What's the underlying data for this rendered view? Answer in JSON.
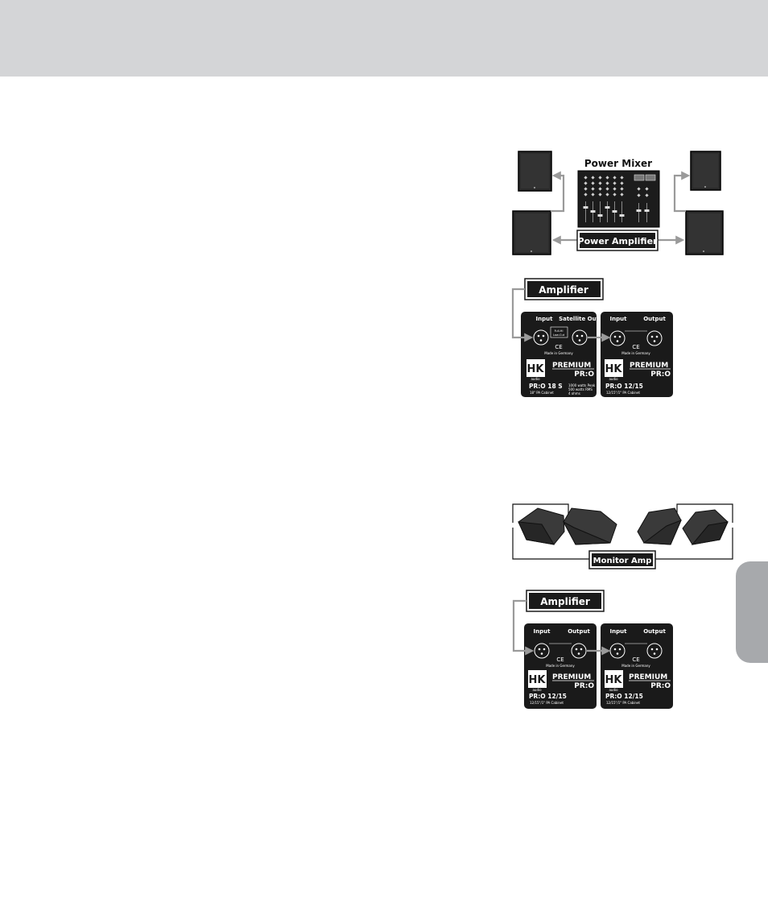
{
  "diagram1": {
    "mixer_title": "Power Mixer",
    "amp_label": "Power Amplifier"
  },
  "diagram2": {
    "amp_label": "Amplifier",
    "left_panel": {
      "input": "Input",
      "output": "Satellite Out",
      "switch_top": "Full-Hi",
      "switch_bottom": "Low-Cut",
      "ce": "CE",
      "made_in": "Made in Germany",
      "logo": "HK",
      "logo_sub": "audio",
      "brand": "PREMIUM",
      "series": "PR:O",
      "model": "PR:O 18 S",
      "model_sub": "18\" PA Cabinet",
      "spec1": "1000 watts Peak",
      "spec2": "500 watts RMS",
      "spec3": "4 ohms"
    },
    "right_panel": {
      "input": "Input",
      "output": "Output",
      "ce": "CE",
      "made_in": "Made in Germany",
      "logo": "HK",
      "logo_sub": "audio",
      "brand": "PREMIUM",
      "series": "PR:O",
      "model": "PR:O 12/15",
      "model_sub": "12/15\"/1\" PA Cabinet"
    }
  },
  "diagram3": {
    "amp_label": "Monitor Amp"
  },
  "diagram4": {
    "amp_label": "Amplifier",
    "left_panel": {
      "input": "Input",
      "output": "Output",
      "ce": "CE",
      "made_in": "Made in Germany",
      "logo": "HK",
      "logo_sub": "audio",
      "brand": "PREMIUM",
      "series": "PR:O",
      "model": "PR:O 12/15",
      "model_sub": "12/15\"/1\" PA Cabinet"
    },
    "right_panel": {
      "input": "Input",
      "output": "Output",
      "ce": "CE",
      "made_in": "Made in Germany",
      "logo": "HK",
      "logo_sub": "audio",
      "brand": "PREMIUM",
      "series": "PR:O",
      "model": "PR:O 12/15",
      "model_sub": "12/15\"/1\" PA Cabinet"
    }
  },
  "colors": {
    "header": "#d4d5d7",
    "side_tab": "#a7a9ac",
    "panel": "#1a1a1a",
    "cable": "#9a9a9a"
  }
}
